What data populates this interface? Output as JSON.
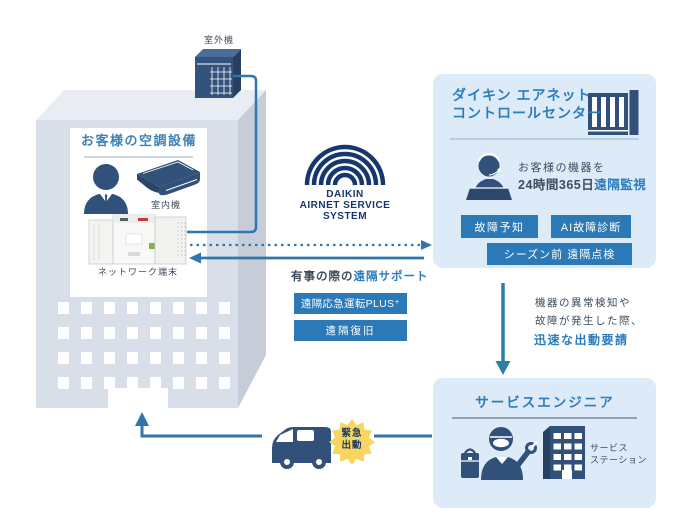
{
  "customer_building": {
    "outdoor_unit_label": "室外機",
    "panel_title": "お客様の空調設備",
    "indoor_unit_label": "室内機",
    "network_terminal_label": "ネットワーク端末"
  },
  "logo": {
    "line1": "DAIKIN",
    "line2": "AIRNET SERVICE",
    "line3": "SYSTEM"
  },
  "control_center": {
    "title_line1": "ダイキン エアネット",
    "title_line2": "コントロールセンター",
    "monitor_line1": "お客様の機器を",
    "monitor_line2_prefix": "24時間365日",
    "monitor_line2_highlight": "遠隔監視",
    "badge_failure_prediction": "故障予知",
    "badge_ai_diagnosis": "AI故障診断",
    "badge_preseason_check": "シーズン前 遠隔点検"
  },
  "remote_support": {
    "heading_prefix": "有事の際の",
    "heading_highlight": "遠隔サポート",
    "badge_emergency_operation": "遠隔応急運転PLUS⁺",
    "badge_remote_recovery": "遠隔復旧"
  },
  "dispatch_note": {
    "line1": "機器の異常検知や",
    "line2": "故障が発生した際、",
    "line3_highlight": "迅速な出動要請"
  },
  "service_engineer": {
    "title": "サービスエンジニア",
    "station_line1": "サービス",
    "station_line2": "ステーション"
  },
  "emergency_badge": {
    "line1": "緊急",
    "line2": "出動"
  },
  "colors": {
    "accent_blue": "#2d7dbe",
    "badge_blue": "#2b79b6",
    "panel_light_blue": "#ddeaf7",
    "icon_navy": "#31507a",
    "logo_navy": "#16376e",
    "line_blue": "#3076ad",
    "starburst_yellow": "#f7d75f",
    "body_text": "#3e4c5c",
    "building_front": "#d8dfe9",
    "building_side": "#c7cdd8",
    "building_top": "#e9edf3"
  }
}
